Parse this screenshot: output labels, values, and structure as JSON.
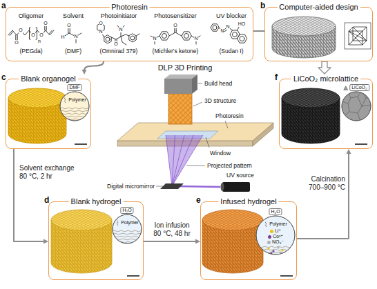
{
  "diagram": {
    "nodes": [
      {
        "text": [
          "a",
          "Photoresin",
          "Oligomer",
          "Solvent",
          "Photoinitiator",
          "Photosensitizer",
          "UV blocker",
          "(PEGda)",
          "(DMF)",
          "(Omnirad 379)",
          "(Michler's ketone)",
          "(Sudan I)"
        ]
      },
      {
        "text": [
          "b",
          "Computer-aided design"
        ]
      },
      {
        "text": [
          "c",
          "Blank organogel"
        ]
      },
      {
        "text": [
          "DMF",
          "Polymer"
        ],
        "in": 2
      },
      {
        "text": [
          "f",
          "LiCoO₂ microlattice"
        ]
      },
      {
        "text": [
          "LiCoO₂"
        ],
        "in": 4
      },
      {
        "text": [
          "d",
          "Blank hydrogel"
        ]
      },
      {
        "text": [
          "H₂O",
          "Polymer"
        ],
        "in": 6
      },
      {
        "text": [
          "e",
          "Infused hydrogel"
        ]
      },
      {
        "text": [
          "H₂O",
          "Polymer"
        ],
        "in": 8
      }
    ],
    "edges": [
      {
        "from": 0,
        "to": 1,
        "arrow": "none"
      },
      {
        "from": 0,
        "to": 2,
        "arrow": "to"
      },
      {
        "from": 1,
        "to": 4,
        "arrow": "to"
      },
      {
        "from": 2,
        "to": 6,
        "label": "Solvent exchange 80 °C, 2 hr",
        "arrow": "to"
      },
      {
        "from": 6,
        "to": 8,
        "label": "Ion infusion 80 °C, 48 hr",
        "arrow": "to"
      },
      {
        "from": 8,
        "to": 4,
        "label": "Calcination 700–900 °C",
        "arrow": "to"
      }
    ],
    "labels": [
      "DLP 3D Printing",
      "Build head",
      "3D structure",
      "Photoresin",
      "Window",
      "Projected pattern",
      "Digital micromirror",
      "UV source",
      "O",
      "O",
      "O",
      "O",
      "O",
      "n",
      "O",
      "H",
      "N",
      "O",
      "N",
      "O",
      "N",
      "N",
      "O",
      "N",
      "N",
      "N",
      "HO"
    ],
    "legend": [
      {
        "text": "Li⁺",
        "color": "#f2c200"
      },
      {
        "text": "Co²⁺",
        "color": "#7b3f8f"
      },
      {
        "text": "NO₃⁻",
        "color": "#b0b0b0"
      }
    ]
  }
}
